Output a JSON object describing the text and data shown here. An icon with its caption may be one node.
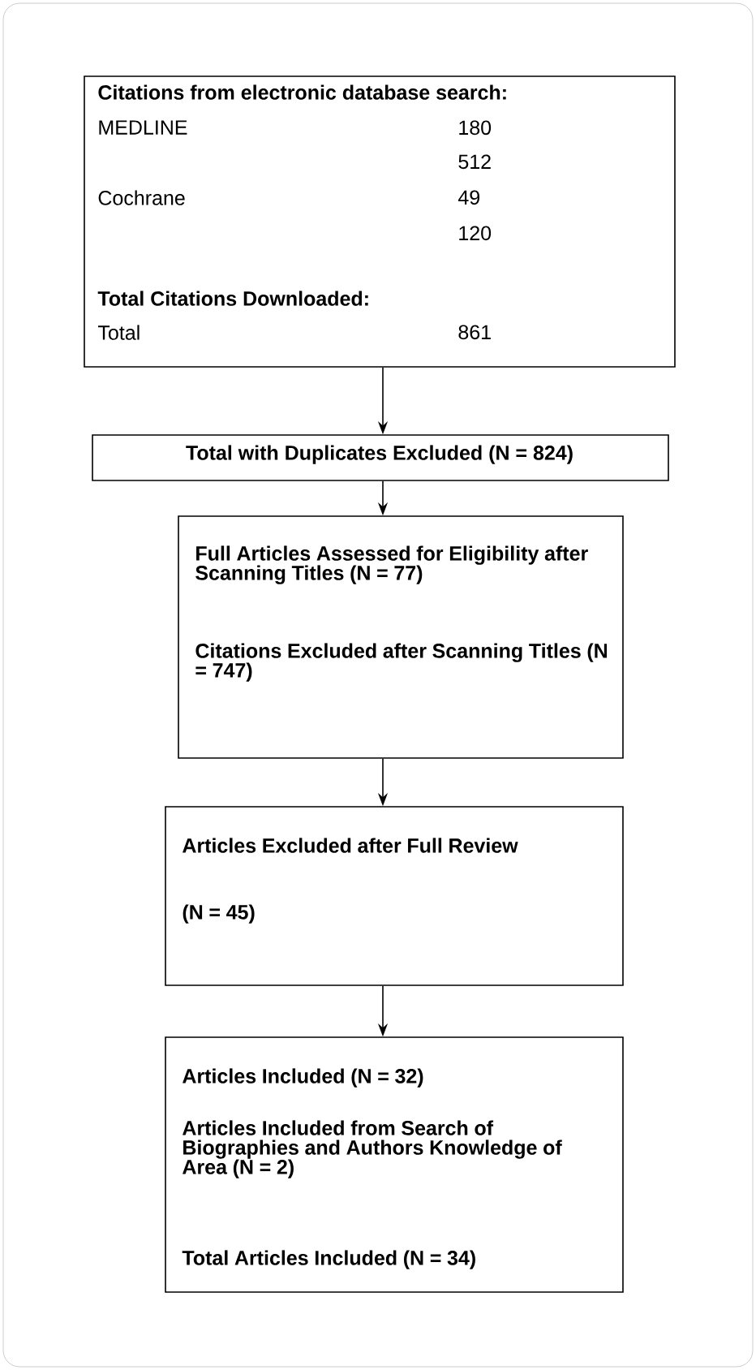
{
  "diagram": {
    "nodes": [
      {
        "text": [
          "Citations from electronic database search:",
          "MEDLINE",
          "180",
          "512",
          "Cochrane",
          "49",
          "120",
          "Total Citations Downloaded:",
          "Total",
          "861"
        ]
      },
      {
        "text": [
          "Total with Duplicates Excluded (N = 824)"
        ]
      },
      {
        "text": [
          "Full Articles Assessed for Eligibility after Scanning Titles (N = 77)",
          "Citations Excluded after Scanning Titles (N = 747)"
        ]
      },
      {
        "text": [
          "Articles Excluded after Full Review",
          "(N = 45)"
        ]
      },
      {
        "text": [
          "Articles Included (N = 32)",
          "Articles Included from Search of Biographies and Authors Knowledge of Area (N = 2)",
          "Total Articles Included (N = 34)"
        ]
      }
    ],
    "edges": [
      {
        "from": 0,
        "to": 1,
        "arrow": "to"
      },
      {
        "from": 1,
        "to": 2,
        "arrow": "to"
      },
      {
        "from": 2,
        "to": 3,
        "arrow": "to"
      },
      {
        "from": 3,
        "to": 4,
        "arrow": "to"
      }
    ]
  }
}
